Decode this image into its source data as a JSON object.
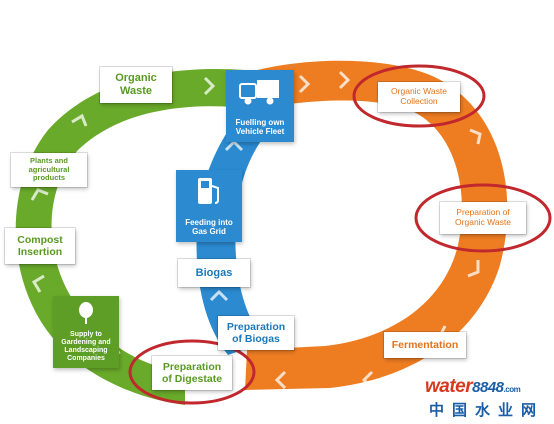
{
  "colors": {
    "green": "#6aaa2a",
    "green_dark": "#4d8a1c",
    "blue": "#2b8ad0",
    "orange": "#ee7d22",
    "highlight": "#c0282d"
  },
  "nodes": {
    "organic_waste": "Organic\nWaste",
    "plants": "Plants  and\nagricultural\nproducts",
    "compost": "Compost\nInsertion",
    "supply": "Supply to\nGardening and\nLandscaping\nCompanies",
    "prep_digestate": "Preparation\nof Digestate",
    "fuelling": "Fuelling own\nVehicle Fleet",
    "feeding": "Feeding into\nGas Grid",
    "biogas": "Biogas",
    "prep_biogas": "Preparation\nof Biogas",
    "collection": "Organic Waste\nCollection",
    "prep_waste": "Preparation of\nOrganic Waste",
    "fermentation": "Fermentation"
  },
  "icons": {
    "fuelling": "truck-icon",
    "feeding": "fuel-pump-icon",
    "supply": "tree-icon"
  },
  "watermark": {
    "brand_water": "water",
    "brand_num": "8848",
    "brand_tld": ".com",
    "cn": "中国水业网"
  }
}
